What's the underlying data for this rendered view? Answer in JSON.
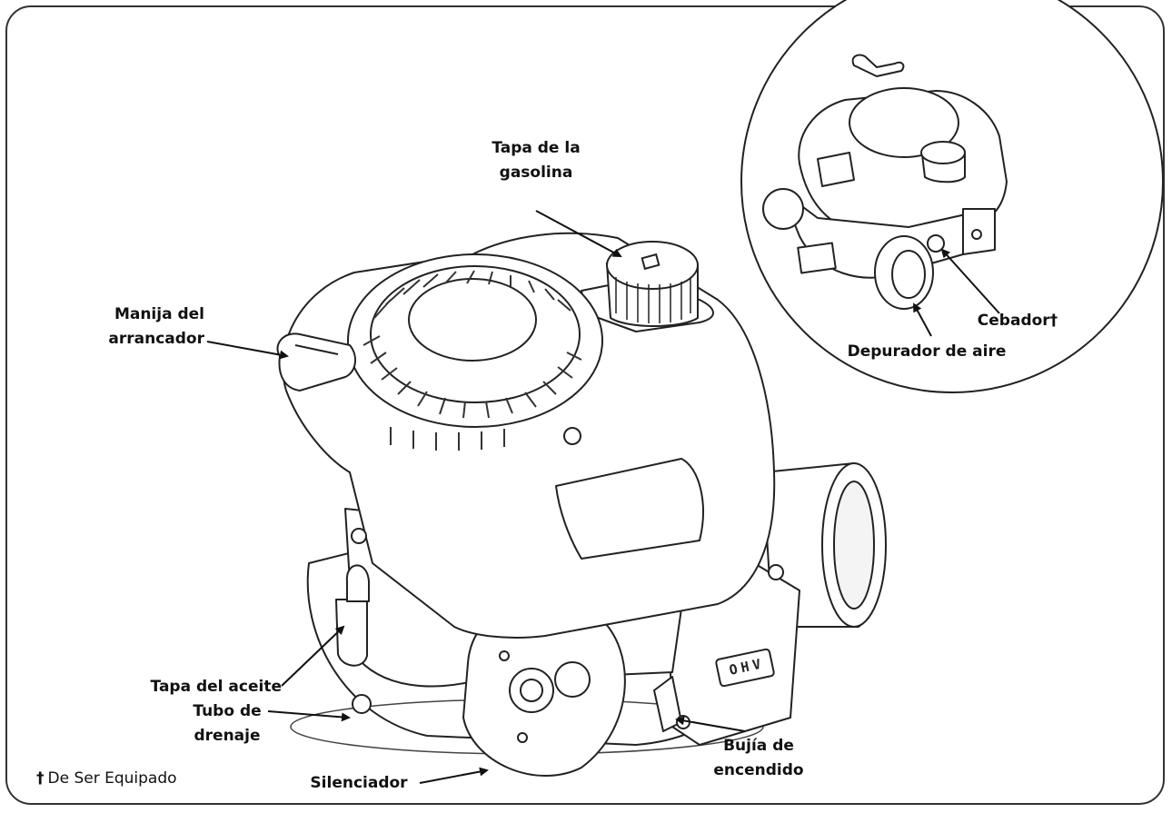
{
  "labels": {
    "fuel_cap": "Tapa de la\ngasolina",
    "starter_handle": "Manija del\narrancador",
    "oil_cap": "Tapa del aceite",
    "drain_tube": "Tubo de\ndrenaje",
    "muffler": "Silenciador",
    "spark_plug": "Bujía de\nencendido",
    "choke": "Cebador†",
    "air_cleaner": "Depurador de aire"
  },
  "engine_badge": "OHV",
  "footnote": {
    "symbol": "†",
    "text": "De Ser Equipado"
  },
  "icons": [
    "engine-illustration",
    "inset-engine-illustration",
    "leader-arrow"
  ]
}
